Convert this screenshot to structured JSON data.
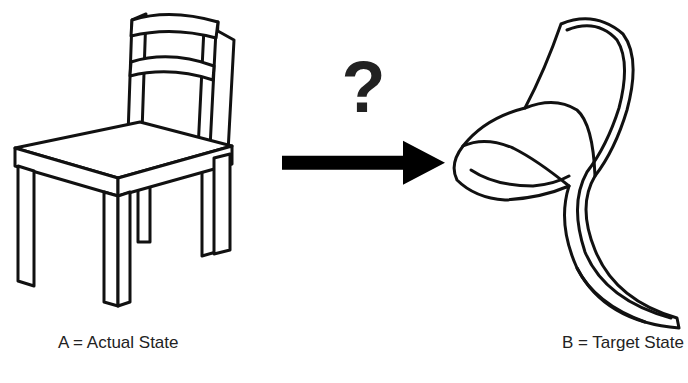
{
  "diagram": {
    "nodes": [
      {
        "text": [
          "A = Actual State"
        ]
      },
      {
        "text": [
          "B = Target State"
        ]
      }
    ],
    "edges": [
      {
        "from": 0,
        "to": 1,
        "label": "?",
        "arrow": "to"
      }
    ]
  }
}
